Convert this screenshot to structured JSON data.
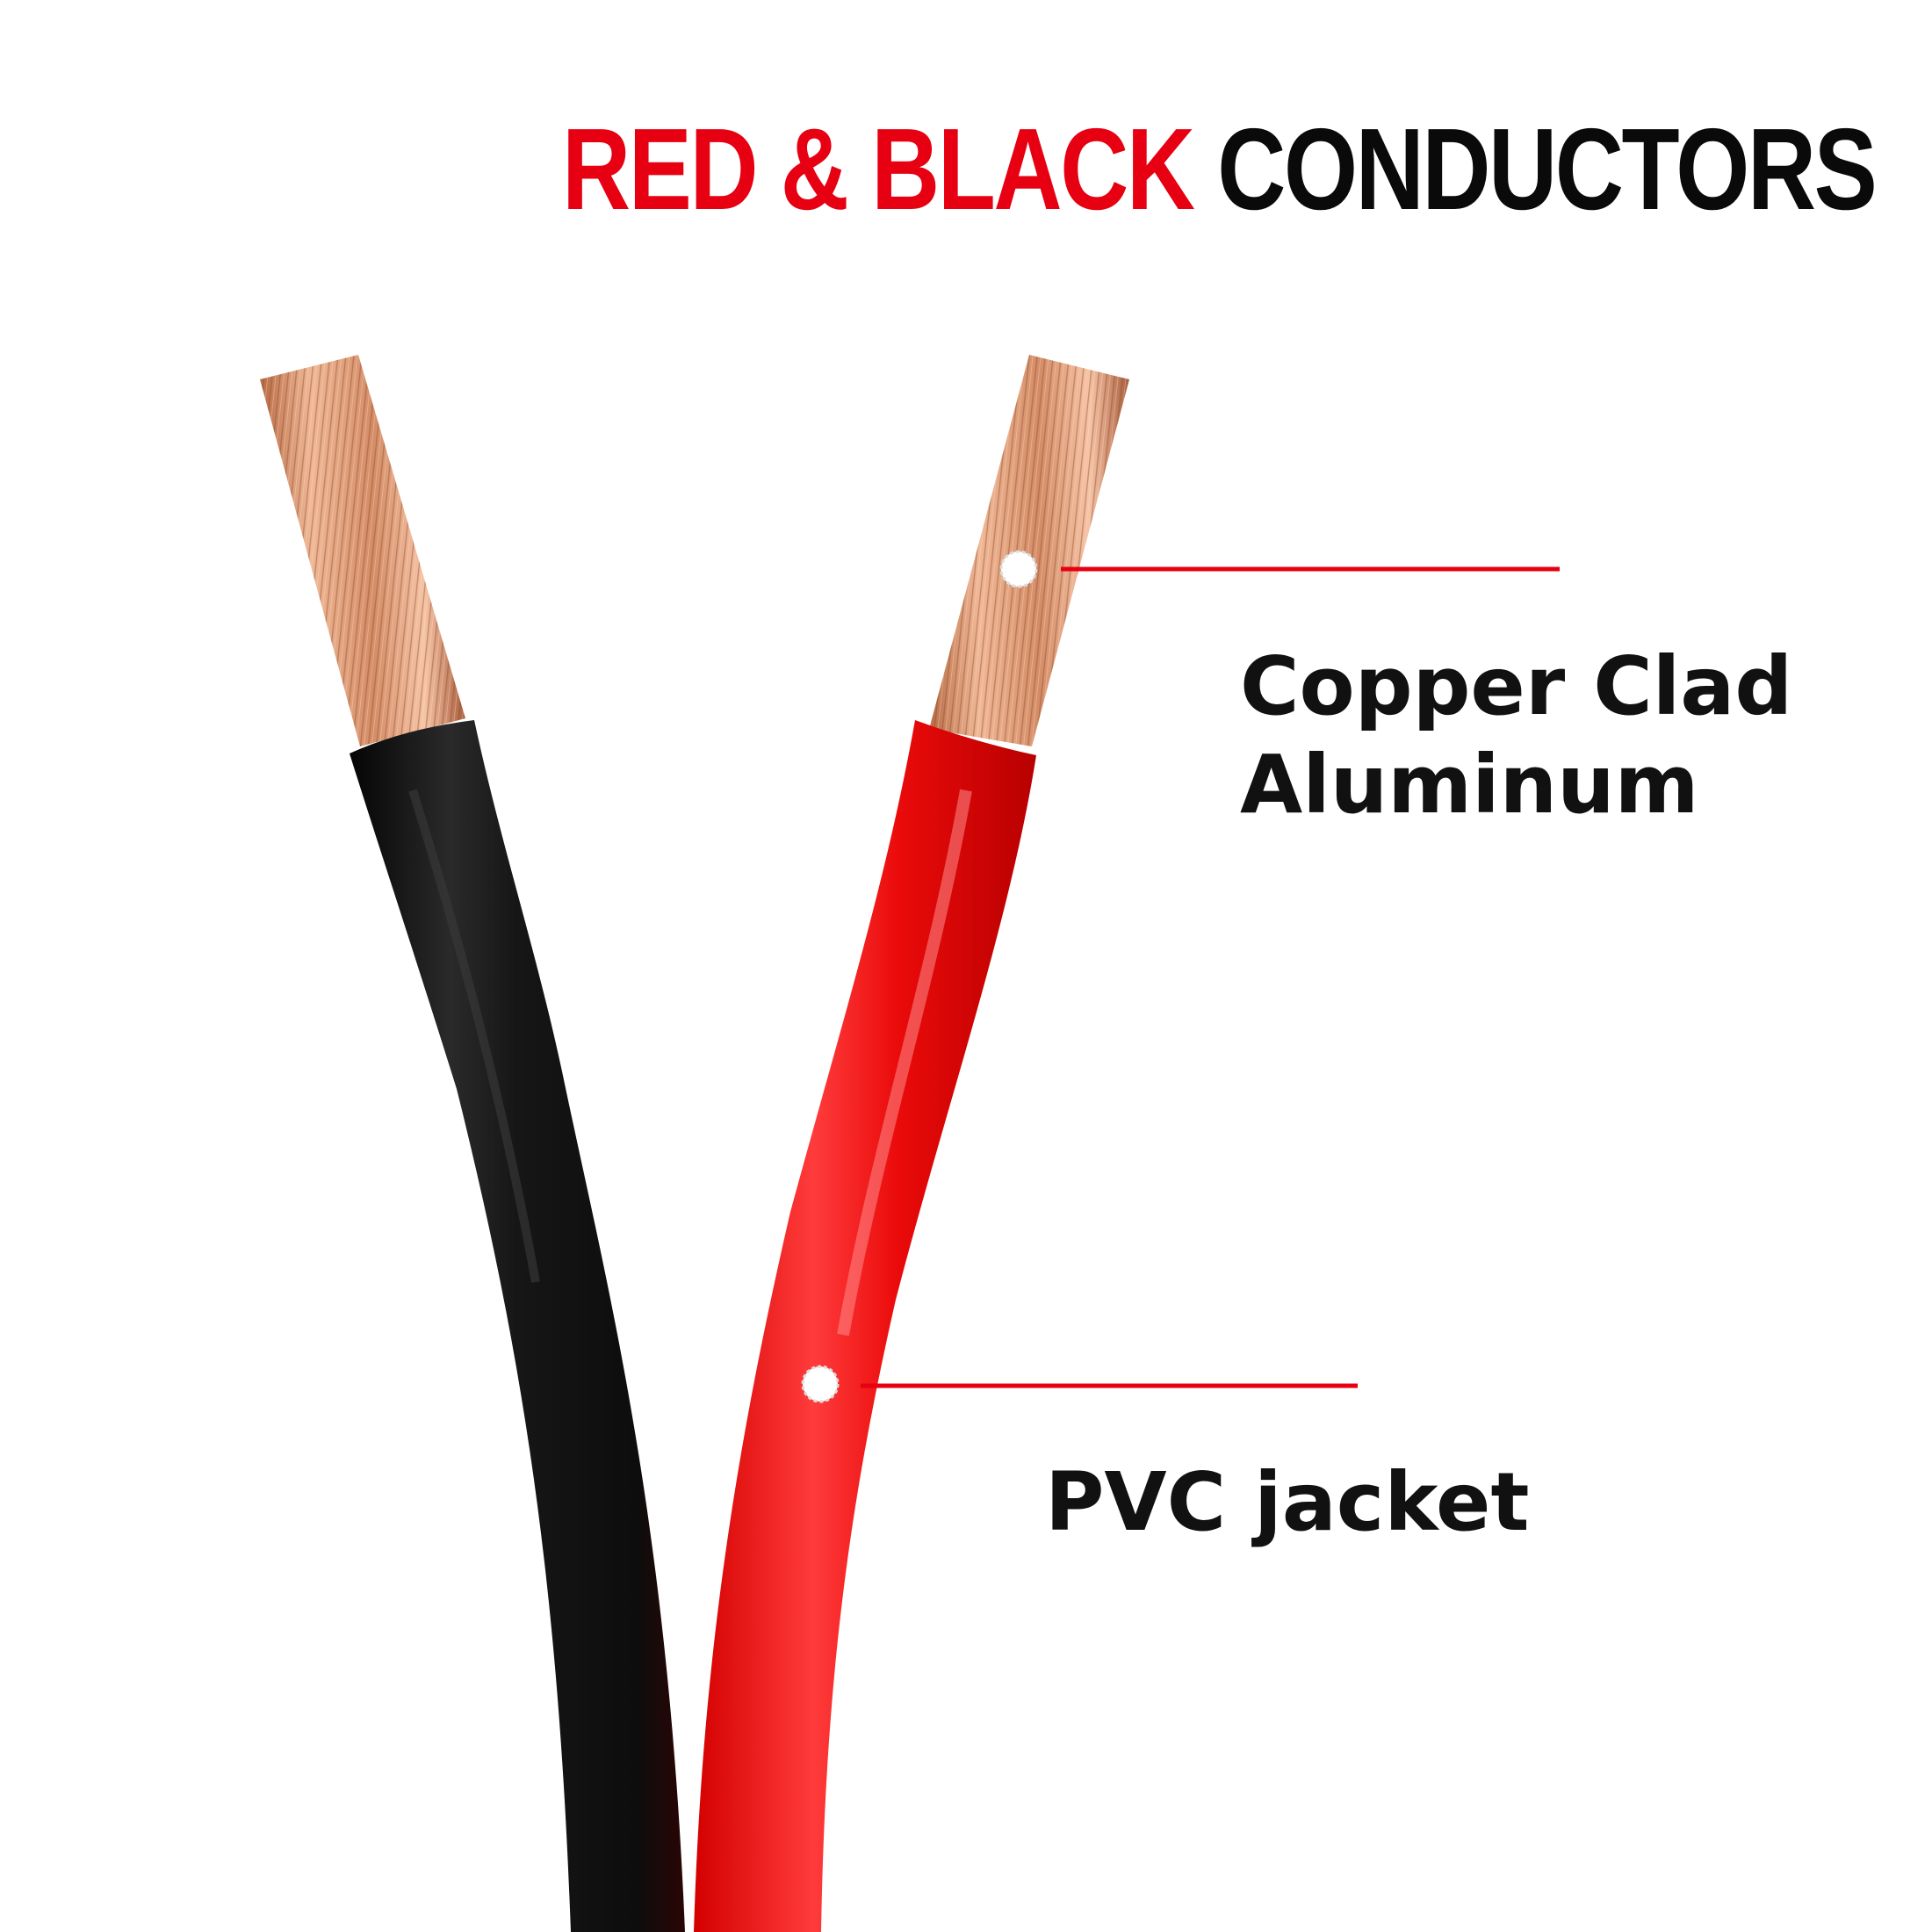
{
  "title": {
    "red_part": "RED & BLACK",
    "black_part": "CONDUCTORS"
  },
  "callouts": {
    "conductor": {
      "line1": "Copper Clad",
      "line2": "Aluminum"
    },
    "jacket": {
      "text": "PVC jacket"
    }
  },
  "colors": {
    "accent_red": "#e60012",
    "wire_black": "#141414",
    "copper": "#d9906a",
    "text": "#111111"
  }
}
